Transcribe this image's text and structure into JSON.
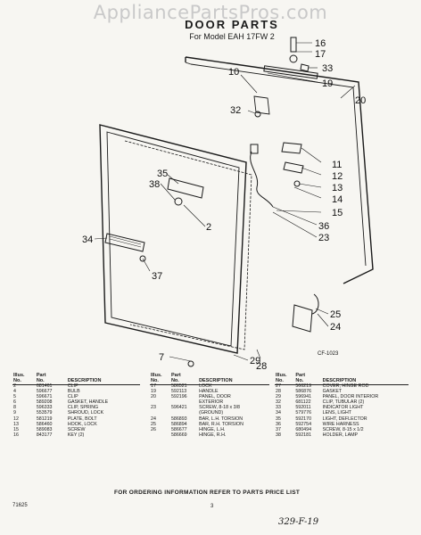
{
  "watermark": "AppliancePartsPros.com",
  "title": "DOOR PARTS",
  "subtitle": "For Model EAH 17FW 2",
  "diagram": {
    "figure_code": "CF-1023",
    "callouts": [
      {
        "id": "c16",
        "label": "16"
      },
      {
        "id": "c17",
        "label": "17"
      },
      {
        "id": "c33",
        "label": "33"
      },
      {
        "id": "c19",
        "label": "19"
      },
      {
        "id": "c10",
        "label": "10"
      },
      {
        "id": "c20",
        "label": "20"
      },
      {
        "id": "c32",
        "label": "32"
      },
      {
        "id": "c11",
        "label": "11"
      },
      {
        "id": "c12",
        "label": "12"
      },
      {
        "id": "c13",
        "label": "13"
      },
      {
        "id": "c14",
        "label": "14"
      },
      {
        "id": "c15",
        "label": "15"
      },
      {
        "id": "c35",
        "label": "35"
      },
      {
        "id": "c38",
        "label": "38"
      },
      {
        "id": "c2",
        "label": "2"
      },
      {
        "id": "c36",
        "label": "36"
      },
      {
        "id": "c23",
        "label": "23"
      },
      {
        "id": "c34",
        "label": "34"
      },
      {
        "id": "c37",
        "label": "37"
      },
      {
        "id": "c25",
        "label": "25"
      },
      {
        "id": "c24",
        "label": "24"
      },
      {
        "id": "c7",
        "label": "7"
      },
      {
        "id": "c29",
        "label": "29"
      },
      {
        "id": "c28",
        "label": "28"
      }
    ]
  },
  "table_headers": {
    "illus": "Illus.",
    "part": "Part",
    "no": "No.",
    "no2": "No.",
    "desc": "DESCRIPTION"
  },
  "parts_col1": [
    {
      "illus": "2",
      "part": "681461",
      "desc": "CLIP"
    },
    {
      "illus": "4",
      "part": "596677",
      "desc": "BULB"
    },
    {
      "illus": "5",
      "part": "596671",
      "desc": "CLIP"
    },
    {
      "illus": "6",
      "part": "589208",
      "desc": "GASKET, HANDLE"
    },
    {
      "illus": "8",
      "part": "596333",
      "desc": "CLIP, SPRING"
    },
    {
      "illus": "9",
      "part": "553579",
      "desc": "SHROUD, LOCK"
    },
    {
      "illus": "12",
      "part": "581219",
      "desc": "PLATE, BOLT"
    },
    {
      "illus": "13",
      "part": "586460",
      "desc": "HOOK, LOCK"
    },
    {
      "illus": "15",
      "part": "589083",
      "desc": "SCREW"
    },
    {
      "illus": "16",
      "part": "843177",
      "desc": "KEY (2)"
    }
  ],
  "parts_col2": [
    {
      "illus": "17",
      "part": "586521",
      "desc": "LOCK"
    },
    {
      "illus": "19",
      "part": "592113",
      "desc": "HANDLE"
    },
    {
      "illus": "20",
      "part": "592196",
      "desc": "PANEL, DOOR"
    },
    {
      "illus": "",
      "part": "",
      "desc": "EXTERIOR"
    },
    {
      "illus": "23",
      "part": "596421",
      "desc": "SCREW, 8-18 x 3/8"
    },
    {
      "illus": "",
      "part": "",
      "desc": "(GROUND)"
    },
    {
      "illus": "24",
      "part": "586893",
      "desc": "BAR, L.H. TORSION"
    },
    {
      "illus": "25",
      "part": "586894",
      "desc": "BAR, R.H. TORSION"
    },
    {
      "illus": "26",
      "part": "586677",
      "desc": "HINGE, L.H."
    },
    {
      "illus": "",
      "part": "586669",
      "desc": "HINGE, R.H."
    }
  ],
  "parts_col3": [
    {
      "illus": "27",
      "part": "566219",
      "desc": "COVER, HINGE ROD"
    },
    {
      "illus": "28",
      "part": "586876",
      "desc": "GASKET"
    },
    {
      "illus": "29",
      "part": "596941",
      "desc": "PANEL, DOOR INTERIOR"
    },
    {
      "illus": "32",
      "part": "681122",
      "desc": "CLIP, TUBULAR (2)"
    },
    {
      "illus": "33",
      "part": "592011",
      "desc": "INDICATOR LIGHT"
    },
    {
      "illus": "34",
      "part": "579776",
      "desc": "LENS, LIGHT"
    },
    {
      "illus": "35",
      "part": "592170",
      "desc": "LIGHT, DEFLECTOR"
    },
    {
      "illus": "36",
      "part": "592754",
      "desc": "WIRE HARNESS"
    },
    {
      "illus": "37",
      "part": "680494",
      "desc": "SCREW, 8-15 x 1/2"
    },
    {
      "illus": "38",
      "part": "592181",
      "desc": "HOLDER, LAMP"
    }
  ],
  "notice": "FOR ORDERING INFORMATION REFER TO PARTS PRICE LIST",
  "doc_code": "71625",
  "page_number": "3",
  "handwriting": "329-F-19"
}
